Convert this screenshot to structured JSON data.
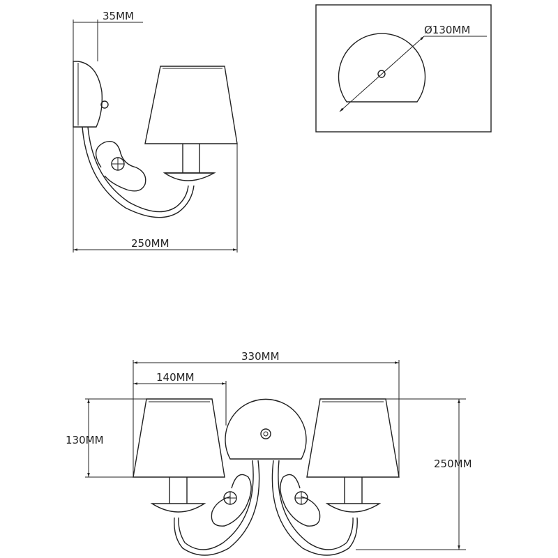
{
  "colors": {
    "line": "#222222",
    "background": "#ffffff"
  },
  "side_view": {
    "depth_label": "35MM",
    "width_label": "250MM"
  },
  "plate_detail": {
    "diameter_label": "Ø130MM"
  },
  "front_view": {
    "total_width_label": "330MM",
    "arm_width_label": "140MM",
    "shade_height_label": "130MM",
    "total_height_label": "250MM"
  }
}
